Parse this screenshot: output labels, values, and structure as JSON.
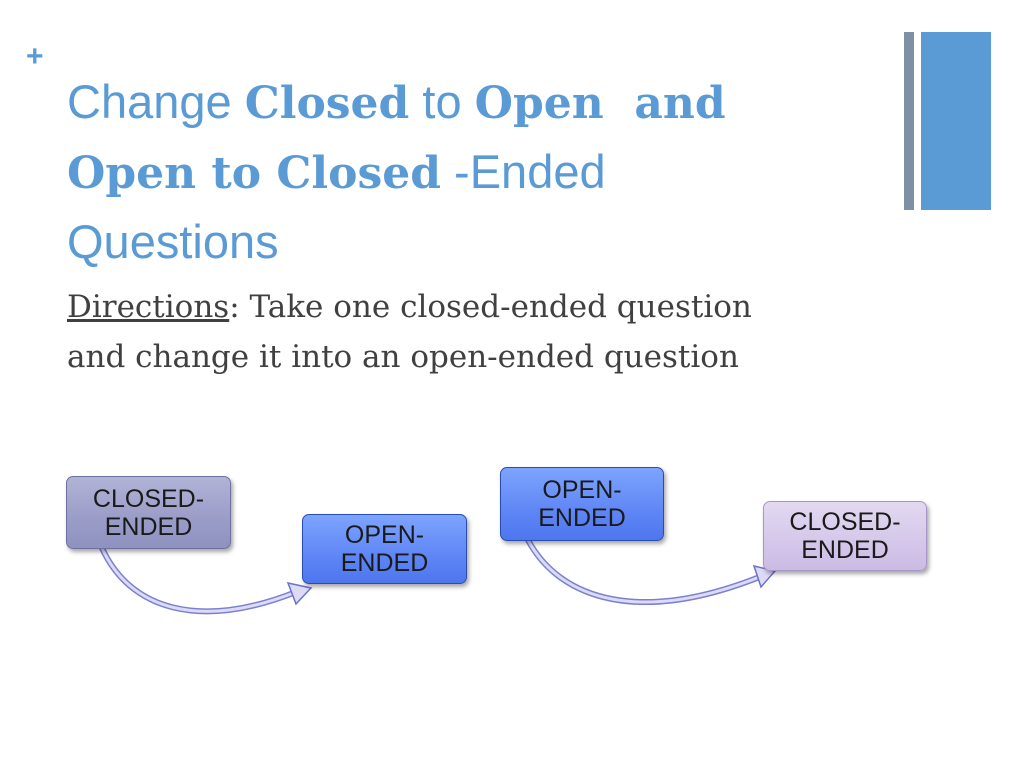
{
  "slide": {
    "bullet": "+",
    "title": {
      "part1": "Change ",
      "closed": "Closed",
      "to": " to ",
      "open_and": "Open  and",
      "open_to_closed": "Open to Closed",
      "ended": " -Ended",
      "questions": "Questions"
    },
    "body": {
      "directions_label": "Directions",
      "directions_text": ": Take one closed-ended question and change it into an open-ended question"
    },
    "diagram": {
      "left_from": "CLOSED-ENDED",
      "left_to": "OPEN-ENDED",
      "right_from": "OPEN-ENDED",
      "right_to": "CLOSED-ENDED"
    }
  },
  "colors": {
    "title": "#5b9bd5",
    "body_text": "#404040",
    "accent_bar": "#5b9bd5",
    "thin_bar": "#7f8fa6"
  }
}
